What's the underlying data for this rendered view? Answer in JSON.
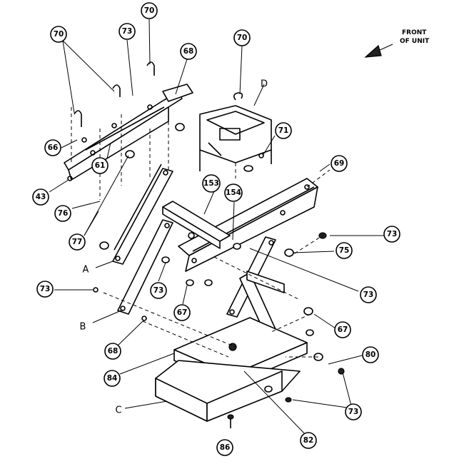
{
  "front_label": {
    "line1": "FRONT",
    "line2": "OF UNIT"
  },
  "callouts": [
    {
      "id": "c70a",
      "label": "70"
    },
    {
      "id": "c73a",
      "label": "73"
    },
    {
      "id": "c70b",
      "label": "70"
    },
    {
      "id": "c68a",
      "label": "68"
    },
    {
      "id": "c70c",
      "label": "70"
    },
    {
      "id": "c66",
      "label": "66"
    },
    {
      "id": "c61",
      "label": "61"
    },
    {
      "id": "c71",
      "label": "71"
    },
    {
      "id": "c69",
      "label": "69"
    },
    {
      "id": "c43",
      "label": "43"
    },
    {
      "id": "c76",
      "label": "76"
    },
    {
      "id": "c153",
      "label": "153"
    },
    {
      "id": "c154",
      "label": "154"
    },
    {
      "id": "c77",
      "label": "77"
    },
    {
      "id": "c73b",
      "label": "73"
    },
    {
      "id": "c75",
      "label": "75"
    },
    {
      "id": "c73c",
      "label": "73"
    },
    {
      "id": "c73d",
      "label": "73"
    },
    {
      "id": "c73e",
      "label": "73"
    },
    {
      "id": "c67a",
      "label": "67"
    },
    {
      "id": "c67b",
      "label": "67"
    },
    {
      "id": "c68b",
      "label": "68"
    },
    {
      "id": "c84",
      "label": "84"
    },
    {
      "id": "c80",
      "label": "80"
    },
    {
      "id": "c73f",
      "label": "73"
    },
    {
      "id": "c82",
      "label": "82"
    },
    {
      "id": "c86",
      "label": "86"
    }
  ],
  "letters": [
    {
      "id": "la",
      "label": "A"
    },
    {
      "id": "lb",
      "label": "B"
    },
    {
      "id": "lc",
      "label": "C"
    },
    {
      "id": "ld",
      "label": "D"
    }
  ]
}
